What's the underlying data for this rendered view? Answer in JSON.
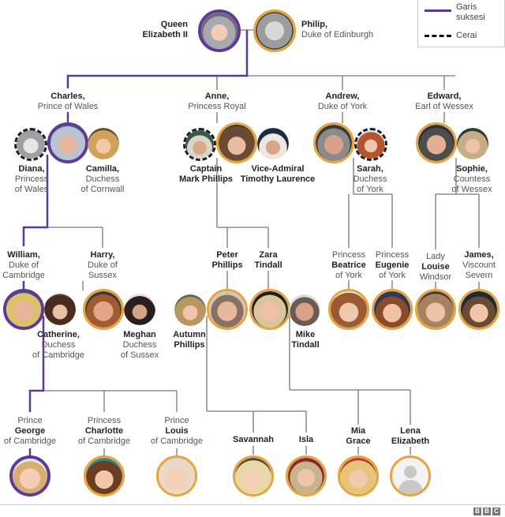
{
  "legend": {
    "succession_label": "Garis suksesi",
    "succession_line1": "Garis",
    "succession_line2": "suksesi",
    "succession_color": "#5b3b96",
    "divorce_label": "Cerai"
  },
  "colors": {
    "succession": "#5b3b96",
    "family": "#e8a33b",
    "line": "#777777",
    "divorced": "#1d1b2e"
  },
  "people": {
    "elizabeth": {
      "l1": "Queen",
      "l2": "Elizabeth II",
      "border": "succession"
    },
    "philip": {
      "name": "Philip,",
      "title": "Duke of Edinburgh",
      "border": "family"
    },
    "charles": {
      "name": "Charles,",
      "title": "Prince of Wales",
      "border": "succession"
    },
    "diana": {
      "name": "Diana,",
      "t1": "Princess",
      "t2": "of Wales",
      "border": "divorced"
    },
    "camilla": {
      "name": "Camilla,",
      "t1": "Duchess",
      "t2": "of Cornwall"
    },
    "anne": {
      "name": "Anne,",
      "title": "Princess Royal",
      "border": "family"
    },
    "mark": {
      "l1": "Captain",
      "l2": "Mark Phillips",
      "border": "divorced"
    },
    "timothy": {
      "l1": "Vice-Admiral",
      "l2": "Timothy Laurence"
    },
    "andrew": {
      "name": "Andrew,",
      "title": "Duke of York",
      "border": "family"
    },
    "sarah": {
      "name": "Sarah,",
      "t1": "Duchess",
      "t2": "of York",
      "border": "divorced"
    },
    "edward": {
      "name": "Edward,",
      "title": "Earl of Wessex",
      "border": "family"
    },
    "sophie": {
      "name": "Sophie,",
      "t1": "Countess",
      "t2": "of Wessex"
    },
    "william": {
      "name": "William,",
      "t1": "Duke of",
      "t2": "Cambridge",
      "border": "succession"
    },
    "catherine": {
      "name": "Catherine,",
      "t1": "Duchess",
      "t2": "of Cambridge"
    },
    "harry": {
      "name": "Harry,",
      "t1": "Duke of",
      "t2": "Sussex",
      "border": "family"
    },
    "meghan": {
      "name": "Meghan",
      "t1": "Duchess",
      "t2": "of Sussex"
    },
    "peter": {
      "l1": "Peter",
      "l2": "Phillips",
      "border": "family"
    },
    "autumn": {
      "l1": "Autumn",
      "l2": "Phillips"
    },
    "zara": {
      "l1": "Zara",
      "l2": "Tindall",
      "border": "family"
    },
    "mike": {
      "l1": "Mike",
      "l2": "Tindall"
    },
    "beatrice": {
      "pre": "Princess",
      "name": "Beatrice",
      "post": "of York",
      "border": "family"
    },
    "eugenie": {
      "pre": "Princess",
      "name": "Eugenie",
      "post": "of York",
      "border": "family"
    },
    "louise": {
      "pre": "Lady",
      "name": "Louise",
      "post": "Windsor",
      "border": "family"
    },
    "james": {
      "name": "James,",
      "t1": "Viscount",
      "t2": "Severn",
      "border": "family"
    },
    "george": {
      "pre": "Prince",
      "name": "George",
      "post": "of Cambridge",
      "border": "succession"
    },
    "charlotte": {
      "pre": "Princess",
      "name": "Charlotte",
      "post": "of Cambridge",
      "border": "family"
    },
    "louis": {
      "pre": "Prince",
      "name": "Louis",
      "post": "of Cambridge",
      "border": "family"
    },
    "savannah": {
      "l1": "Savannah",
      "border": "family"
    },
    "isla": {
      "l1": "Isla",
      "border": "family"
    },
    "mia": {
      "l1": "Mia",
      "l2": "Grace",
      "border": "family"
    },
    "lena": {
      "l1": "Lena",
      "l2": "Elizabeth",
      "border": "family",
      "photo": "placeholder-silhouette"
    }
  },
  "footer": {
    "logo": [
      "B",
      "B",
      "C"
    ]
  }
}
